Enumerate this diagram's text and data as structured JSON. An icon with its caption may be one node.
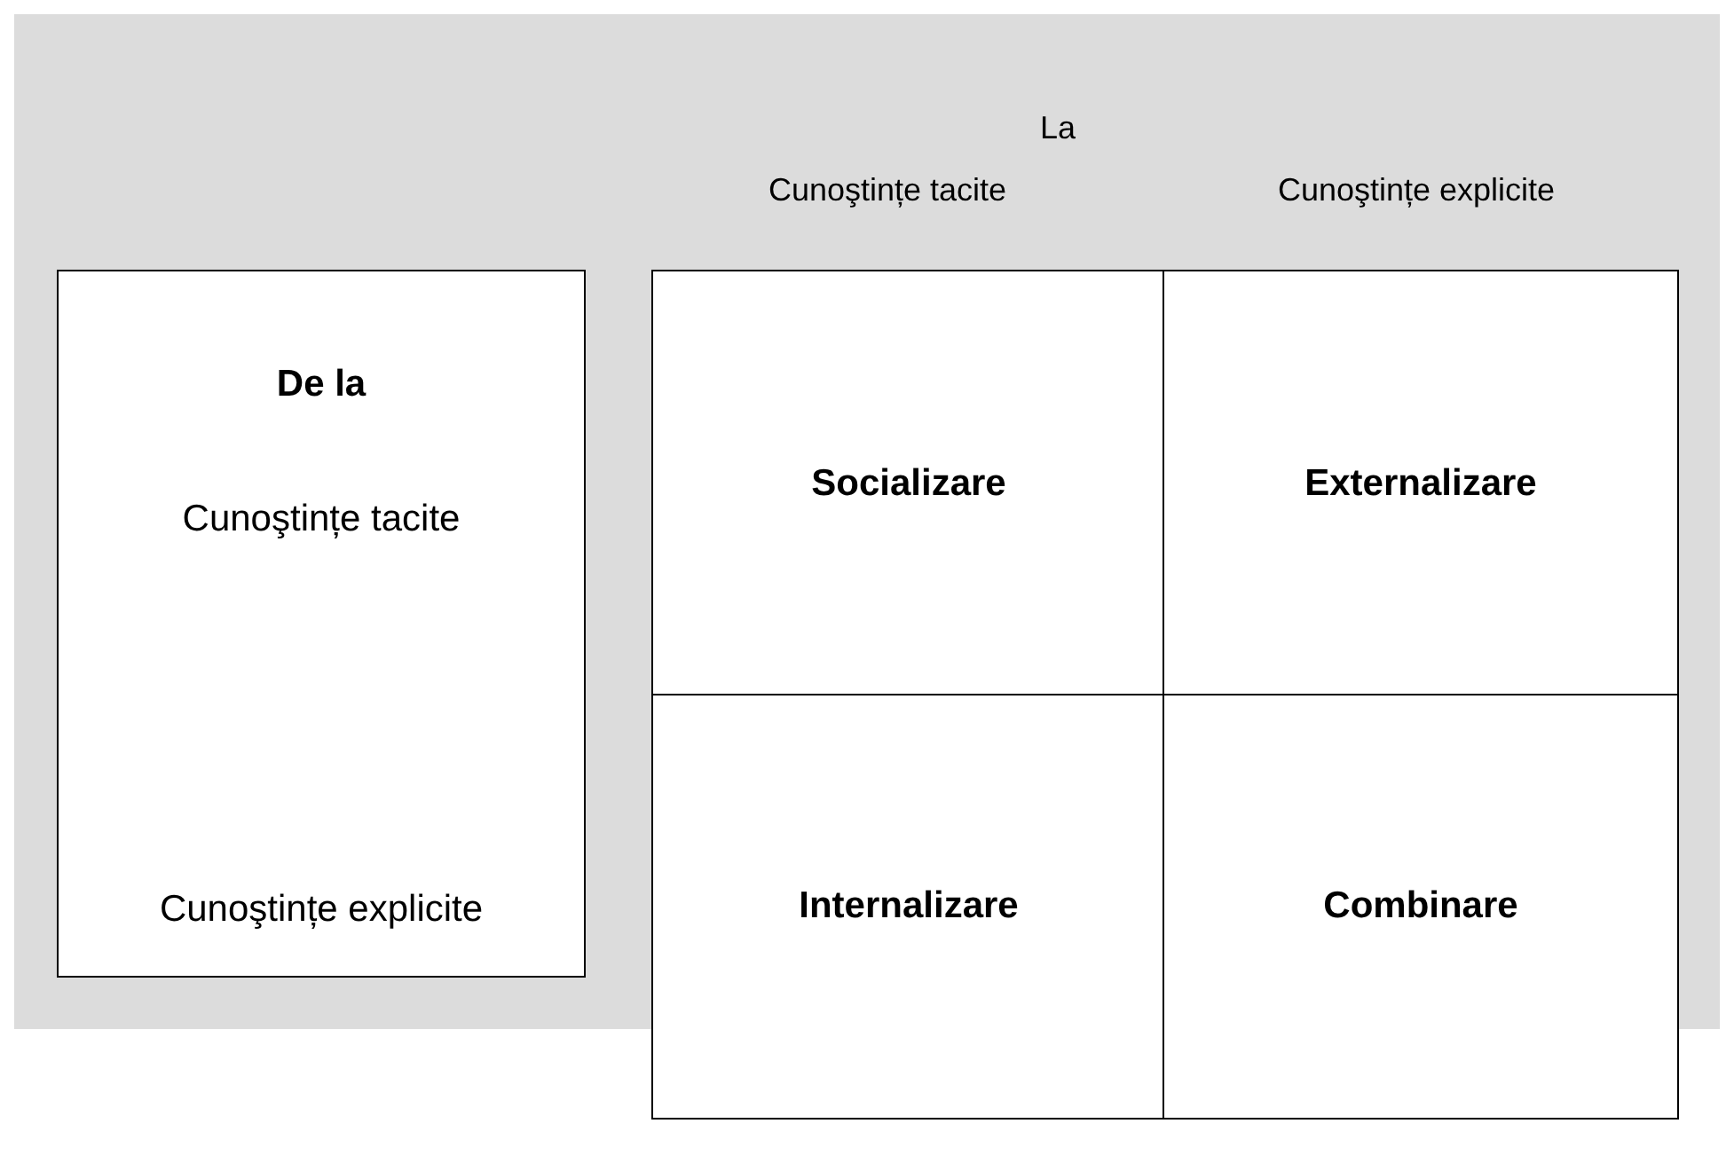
{
  "diagram": {
    "nodes": [
      {
        "text": [
          "De la",
          "Cunoştințe tacite",
          "Cunoştințe explicite"
        ]
      },
      {
        "text": [
          "Socializare"
        ]
      },
      {
        "text": [
          "Externalizare"
        ]
      },
      {
        "text": [
          "Internalizare"
        ]
      },
      {
        "text": [
          "Combinare"
        ]
      }
    ],
    "labels": [
      "La",
      "Cunoştințe tacite",
      "Cunoştințe explicite"
    ]
  }
}
